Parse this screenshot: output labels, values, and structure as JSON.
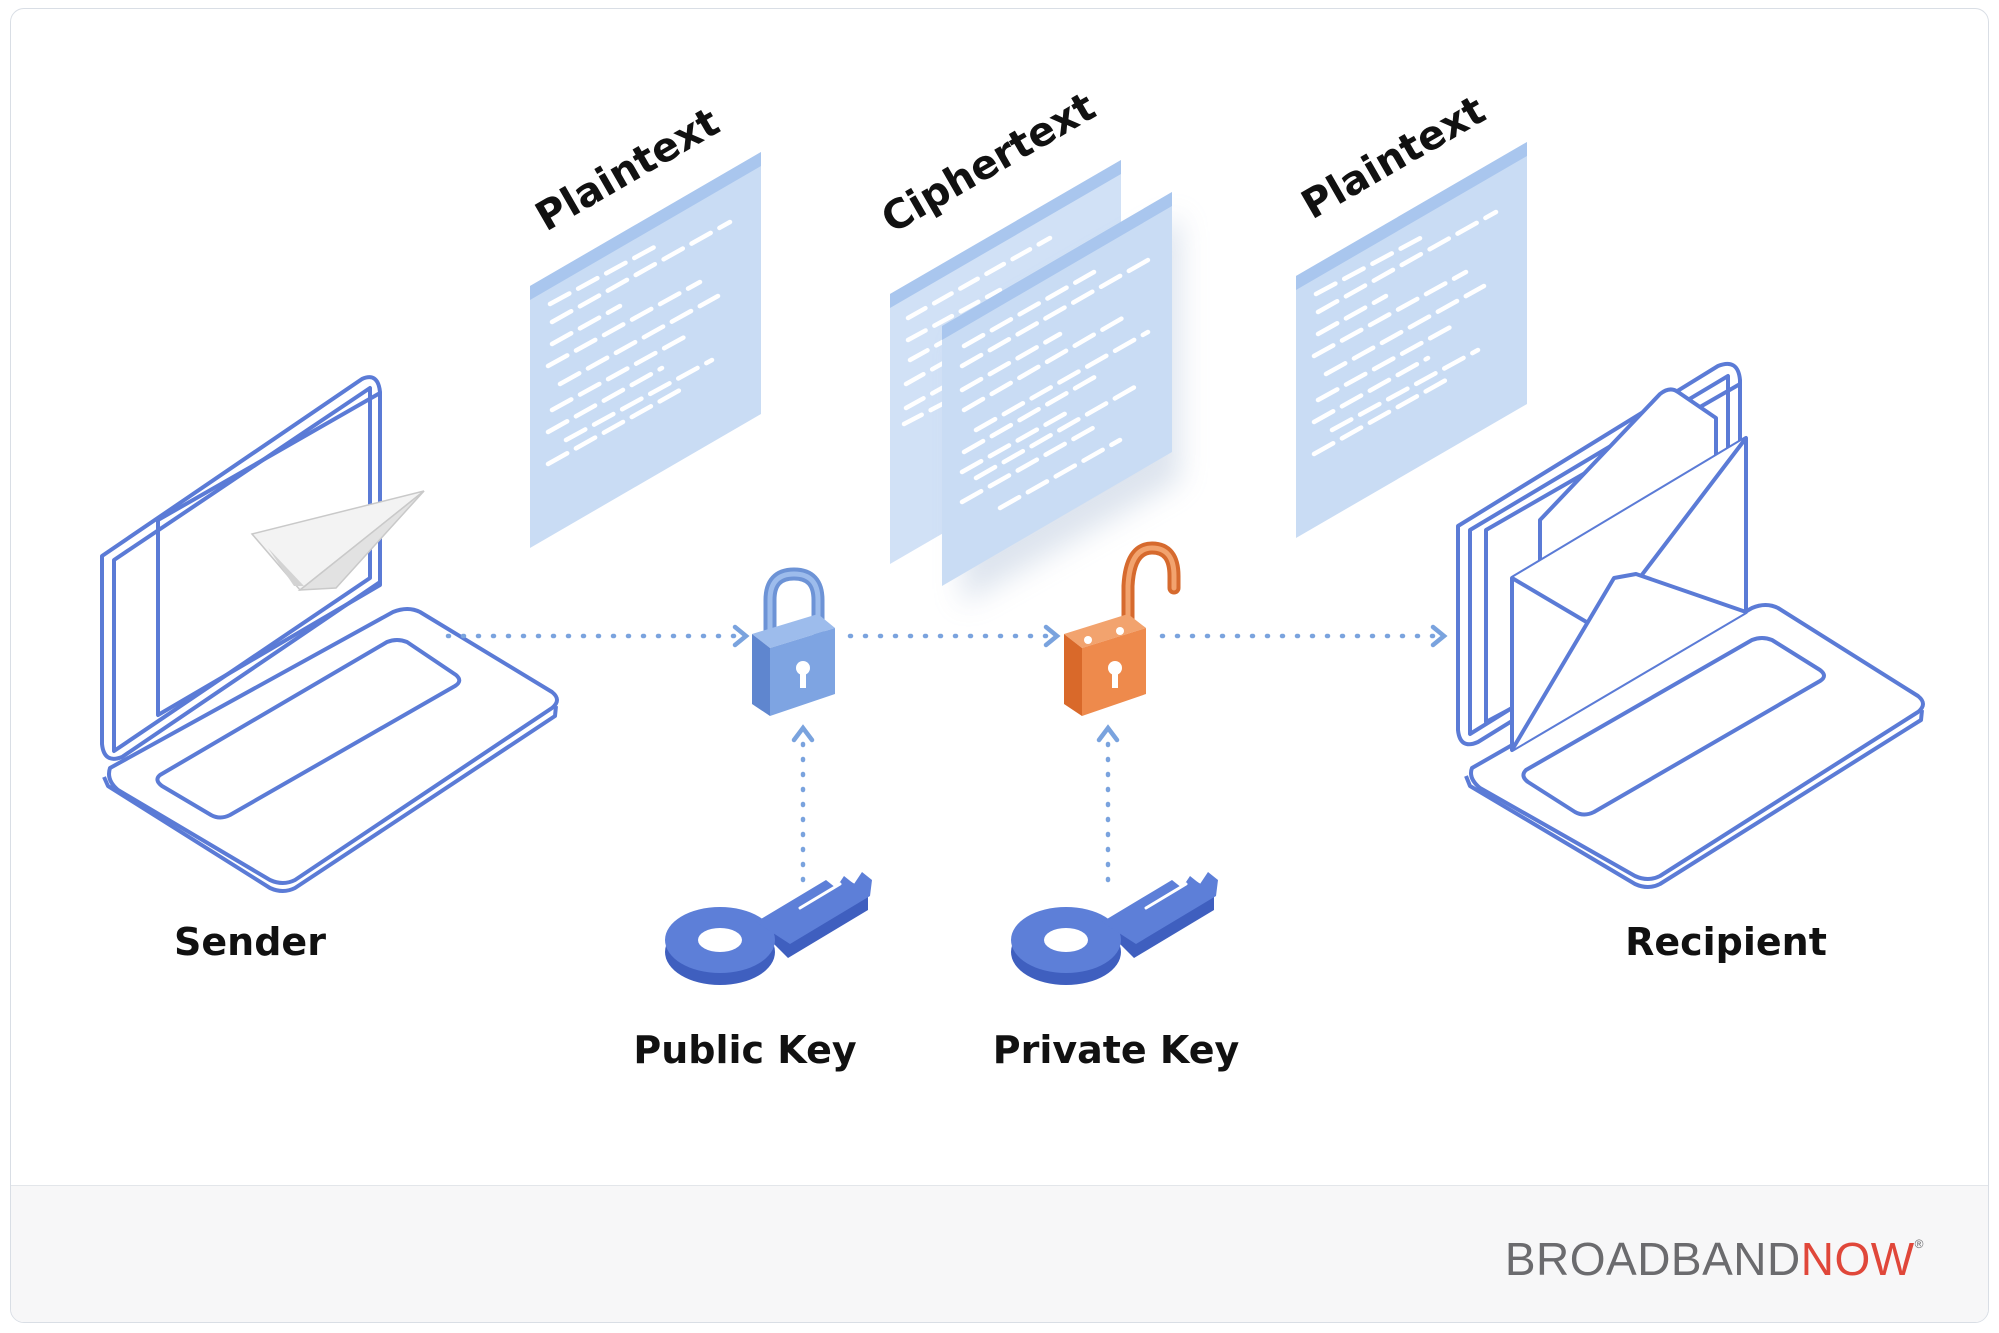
{
  "labels": {
    "plaintext_left": "Plaintext",
    "ciphertext": "Ciphertext",
    "plaintext_right": "Plaintext",
    "sender": "Sender",
    "recipient": "Recipient",
    "public_key": "Public Key",
    "private_key": "Private Key"
  },
  "brand": {
    "part1": "BROADBAND",
    "part2": "NOW",
    "mark": "®"
  },
  "colors": {
    "outline": "#5b7bd6",
    "doc_fill": "#c9dcf4",
    "doc_header": "#a9c6ee",
    "lock_locked": "#7ea4e2",
    "lock_unlocked": "#ee8a4c",
    "key": "#5d7fd8",
    "arrow": "#7aa3de",
    "brand_gray": "#6b6b6e",
    "brand_red": "#e0473a"
  },
  "icons": [
    "laptop-icon",
    "paper-plane-icon",
    "document-icon",
    "padlock-locked-icon",
    "padlock-unlocked-icon",
    "key-icon",
    "envelope-icon"
  ]
}
